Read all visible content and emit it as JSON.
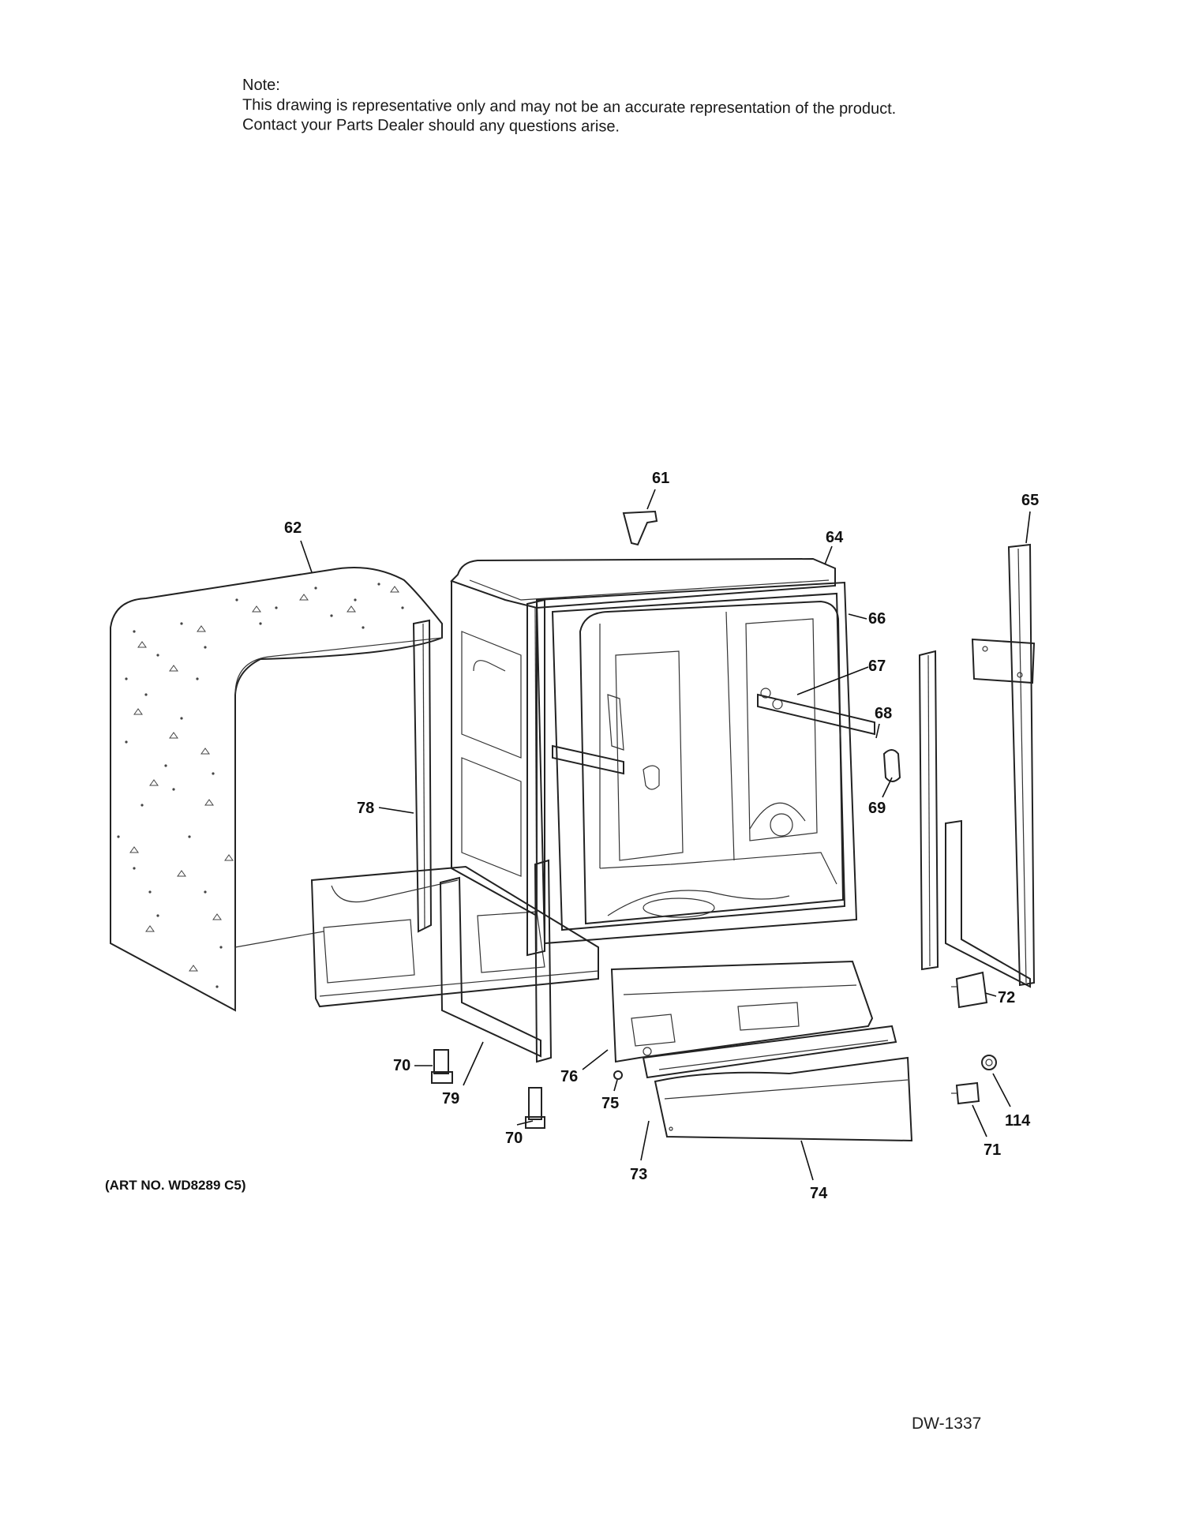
{
  "note": {
    "heading": "Note:",
    "line1": "This drawing is representative only and may not be an accurate representation of the product.",
    "line2": "Contact your Parts Dealer should any questions arise."
  },
  "callouts": [
    "61",
    "62",
    "64",
    "65",
    "66",
    "67",
    "68",
    "69",
    "78",
    "72",
    "70",
    "79",
    "76",
    "75",
    "73",
    "74",
    "114",
    "71",
    "70"
  ],
  "art_number": "(ART NO. WD8289 C5)",
  "drawing_code": "DW-1337",
  "colors": {
    "line": "#222222",
    "background": "#ffffff"
  }
}
